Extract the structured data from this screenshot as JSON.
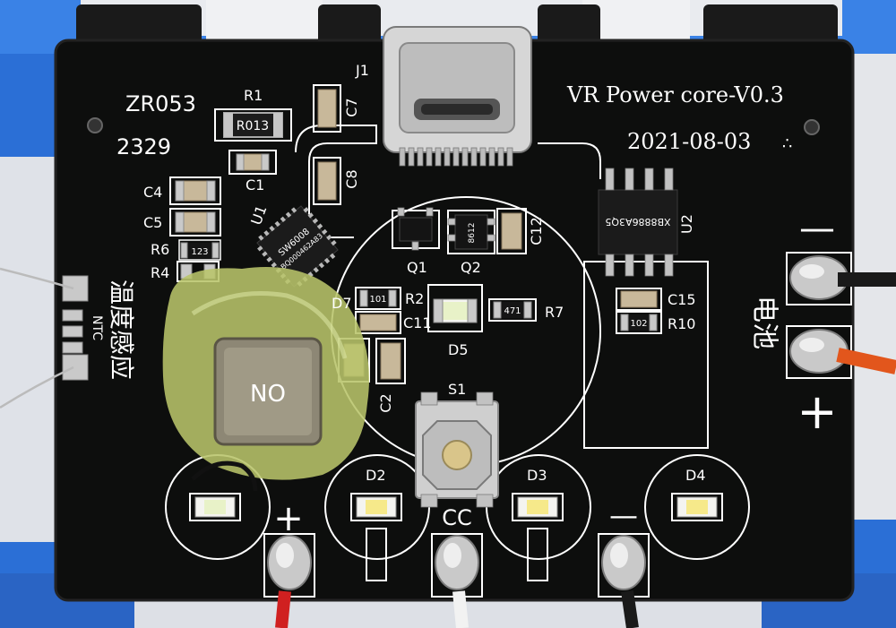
{
  "board": {
    "model": "ZR053",
    "date_code": "2329",
    "title": "VR Power core-V0.3",
    "date": "2021-08-03",
    "dots": "∴"
  },
  "designators": {
    "j1": "J1",
    "r1": "R1",
    "r1_marking": "R013",
    "c1": "C1",
    "c7": "C7",
    "c8": "C8",
    "c4": "C4",
    "c5": "C5",
    "r6": "R6",
    "r6_marking": "123",
    "r4": "R4",
    "u1": "U1",
    "u1_marking": "SW6008",
    "u1_marking2": "BQ000462A83",
    "q1": "Q1",
    "q2": "Q2",
    "q2_marking": "8612",
    "c12": "C12",
    "u2": "U2",
    "u2_marking": "XB8886A3Q5",
    "d7": "D7",
    "r2": "R2",
    "r2_marking": "101",
    "c11": "C11",
    "c2": "C2",
    "d5": "D5",
    "r7": "R7",
    "r7_marking": "471",
    "c15": "C15",
    "r10": "R10",
    "r10_marking": "102",
    "ntc": "NTC",
    "s1": "S1",
    "d2": "D2",
    "d3": "D3",
    "d4": "D4",
    "inductor_marking": "NO"
  },
  "labels": {
    "temp_sense": "温度感应",
    "battery": "电池",
    "plus_right": "+",
    "minus_right": "—",
    "plus_bottom": "+",
    "cc_bottom": "CC",
    "minus_bottom": "—"
  },
  "colors": {
    "pcb": "#0d0e0d",
    "silkscreen": "#ffffff",
    "battery_cell": "#2b6fd6",
    "housing": "#e6e8ec",
    "conformal_glue": "#b8c46a",
    "solder": "#c8c8c8"
  }
}
